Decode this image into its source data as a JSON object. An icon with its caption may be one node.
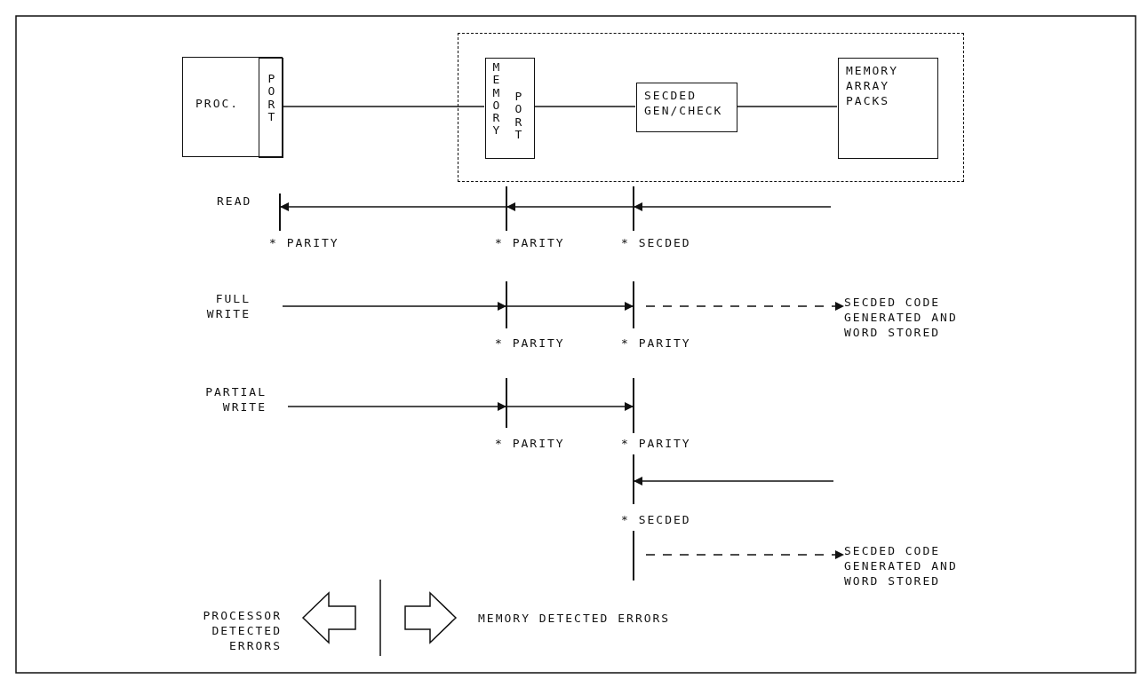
{
  "diagram": {
    "nodes": [
      {
        "text": [
          "PROC."
        ]
      },
      {
        "text": [
          "PORT"
        ],
        "in": 0
      },
      {
        "text": [],
        "shape": "box"
      },
      {
        "text": [
          "MEMORY",
          "PORT"
        ],
        "in": 2
      },
      {
        "text": [
          "SECDED GEN/CHECK"
        ],
        "in": 2
      },
      {
        "text": [
          "MEMORY ARRAY PACKS"
        ],
        "in": 2
      },
      {
        "text": [],
        "shape": "bar"
      },
      {
        "text": [],
        "shape": "bar"
      },
      {
        "text": [],
        "shape": "bar"
      },
      {
        "text": [],
        "shape": "bar"
      },
      {
        "text": [],
        "shape": "bar"
      },
      {
        "text": [
          "SECDED CODE GENERATED AND WORD STORED"
        ]
      },
      {
        "text": [],
        "shape": "bar"
      },
      {
        "text": [],
        "shape": "bar"
      },
      {
        "text": [],
        "shape": "bar"
      },
      {
        "text": [],
        "shape": "bar"
      },
      {
        "text": [
          "SECDED CODE GENERATED AND WORD STORED"
        ]
      }
    ],
    "edges": [
      {
        "from": 1,
        "to": 3,
        "arrow": "none"
      },
      {
        "from": 3,
        "to": 4,
        "arrow": "none"
      },
      {
        "from": 4,
        "to": 5,
        "arrow": "none"
      },
      {
        "from": null,
        "to": 8,
        "arrow": "to"
      },
      {
        "from": 8,
        "to": 7,
        "arrow": "to"
      },
      {
        "from": 7,
        "to": 6,
        "arrow": "to"
      },
      {
        "from": null,
        "to": 9,
        "arrow": "to"
      },
      {
        "from": 9,
        "to": 10,
        "arrow": "to"
      },
      {
        "from": 10,
        "to": 11,
        "arrow": "to",
        "style": "dashed"
      },
      {
        "from": null,
        "to": 12,
        "arrow": "to"
      },
      {
        "from": 12,
        "to": 13,
        "arrow": "to"
      },
      {
        "from": null,
        "to": 14,
        "arrow": "to"
      },
      {
        "from": 15,
        "to": 16,
        "arrow": "to",
        "style": "dashed"
      }
    ],
    "labels": [
      "READ",
      "* PARITY",
      "* PARITY",
      "* SECDED",
      "FULL WRITE",
      "* PARITY",
      "* PARITY",
      "PARTIAL WRITE",
      "* PARITY",
      "* PARITY",
      "* SECDED",
      "PROCESSOR DETECTED ERRORS",
      "MEMORY DETECTED ERRORS"
    ]
  }
}
